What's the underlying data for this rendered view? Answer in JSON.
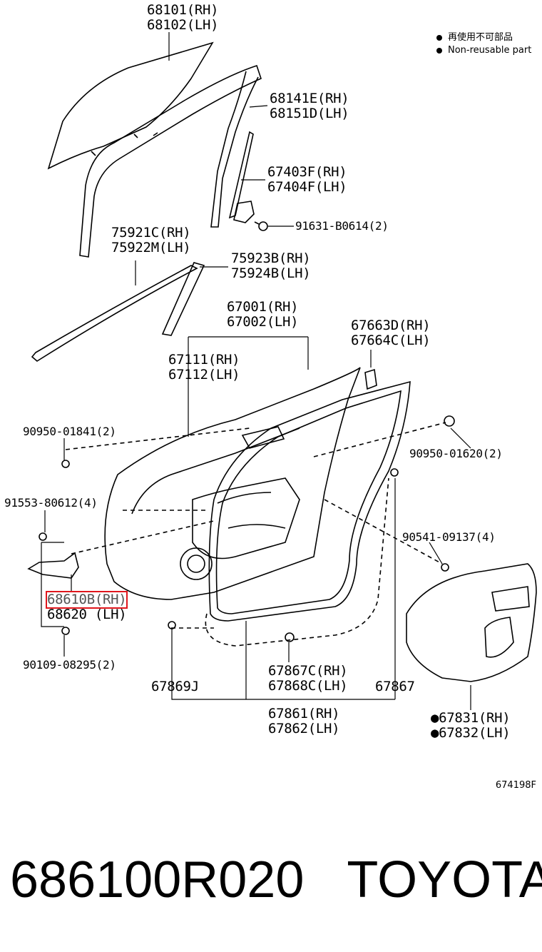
{
  "legend": {
    "jp": "再使用不可部品",
    "en": "Non-reusable part"
  },
  "labels": {
    "p68101": "68101(RH)",
    "p68102": "68102(LH)",
    "p68141": "68141E(RH)",
    "p68151": "68151D(LH)",
    "p67403": "67403F(RH)",
    "p67404": "67404F(LH)",
    "p91631": "91631-B0614(2)",
    "p75921": "75921C(RH)",
    "p75922": "75922M(LH)",
    "p75923": "75923B(RH)",
    "p75924": "75924B(LH)",
    "p67001": "67001(RH)",
    "p67002": "67002(LH)",
    "p67663": "67663D(RH)",
    "p67664": "67664C(LH)",
    "p67111": "67111(RH)",
    "p67112": "67112(LH)",
    "p90950a": "90950-01841(2)",
    "p90950b": "90950-01620(2)",
    "p91553": "91553-80612(4)",
    "p90541": "90541-09137(4)",
    "p68610": "68610B(RH)",
    "p68620": "68620 (LH)",
    "p90109": "90109-08295(2)",
    "p67869": "67869J",
    "p67867c": "67867C(RH)",
    "p67868c": "67868C(LH)",
    "p67867": "67867",
    "p67861": "67861(RH)",
    "p67862": "67862(LH)",
    "p67831": "●67831(RH)",
    "p67832": "●67832(LH)"
  },
  "diagram_code": "674198F",
  "footer": {
    "part_number": "686100R020",
    "brand": "TOYOTA"
  },
  "colors": {
    "highlight": "#e0161c",
    "line": "#000000"
  }
}
